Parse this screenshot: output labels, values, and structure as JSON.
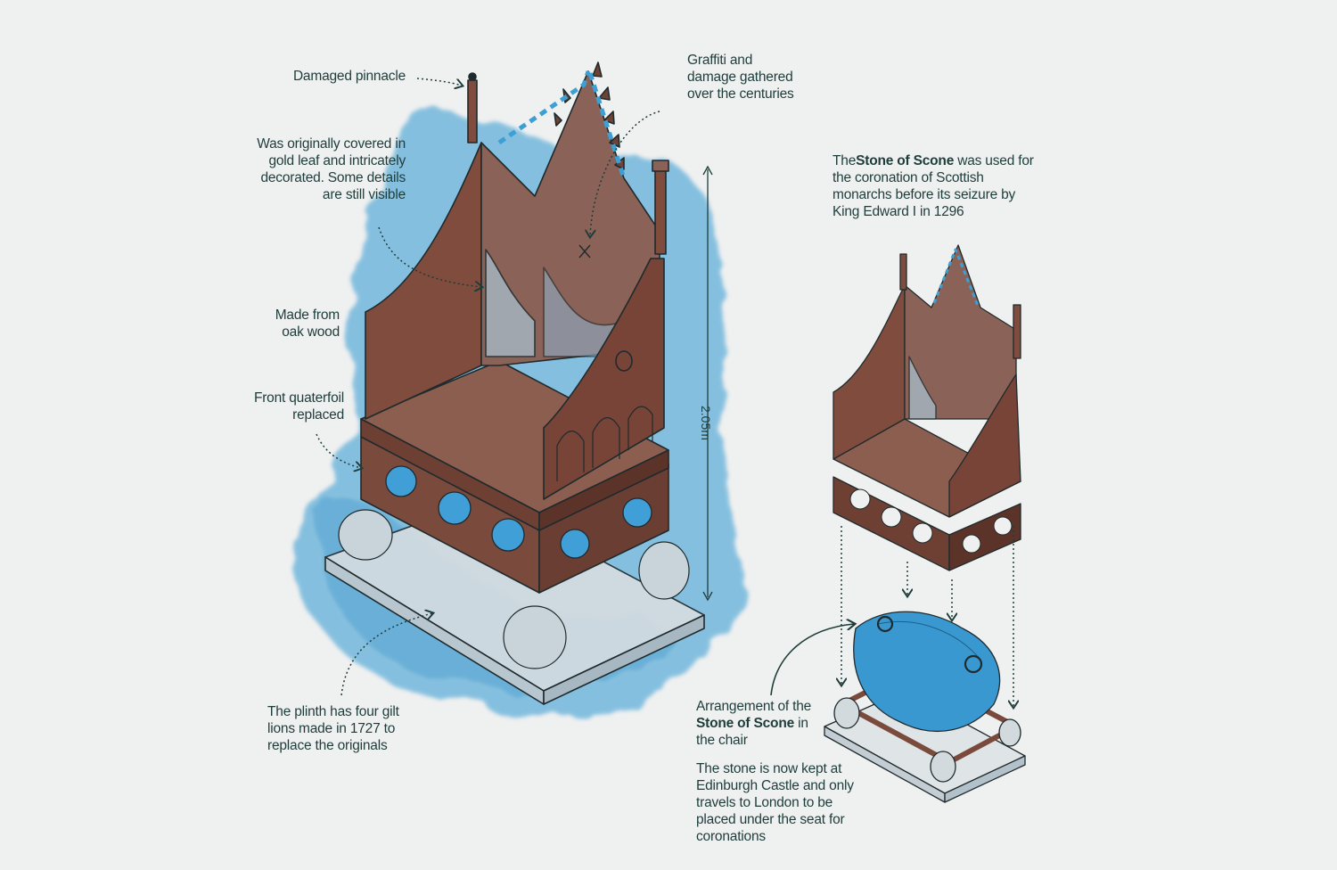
{
  "title": "Coronation Chair and the Stone of Scone",
  "colors": {
    "background": "#eff0f0",
    "text": "#1e3d3a",
    "wood": "#7a4a3c",
    "wood_light": "#9a7064",
    "watercolor_blue": "#3e9fd4",
    "stone_blue": "#3a98d0",
    "ink": "#1f2a2c"
  },
  "annotations": {
    "damaged_pinnacle": [
      "Damaged pinnacle"
    ],
    "gold_leaf": [
      "Was originally covered in",
      "gold leaf and intricately",
      "decorated. Some details",
      "are still visible"
    ],
    "oak_wood": [
      "Made from",
      "oak wood"
    ],
    "quaterfoil": [
      "Front quaterfoil",
      "replaced"
    ],
    "plinth": [
      "The plinth has four gilt",
      "lions made in 1727 to",
      "replace the originals"
    ],
    "graffiti": [
      "Graffiti and",
      "damage gathered",
      "over the centuries"
    ]
  },
  "height_dimension": "2.05m",
  "stone_intro": {
    "prefix": "The",
    "bold": "Stone of Scone",
    "lines": [
      "was used for",
      "the coronation of Scottish",
      "monarchs before its seizure by",
      "King Edward I in 1296"
    ]
  },
  "arrangement": {
    "line1": "Arrangement of the",
    "bold": "Stone of Scone",
    "line2_suffix": "in",
    "line3": "the chair"
  },
  "stone_now": [
    "The stone is now kept at",
    "Edinburgh Castle and only",
    "travels to London to be",
    "placed under the seat for",
    "coronations"
  ],
  "icons": {
    "main_chair": "coronation-chair-illustration",
    "small_chair": "small-chair-illustration",
    "stone": "stone-of-scone-illustration",
    "dimension_arrow": "double-arrow-dimension"
  }
}
